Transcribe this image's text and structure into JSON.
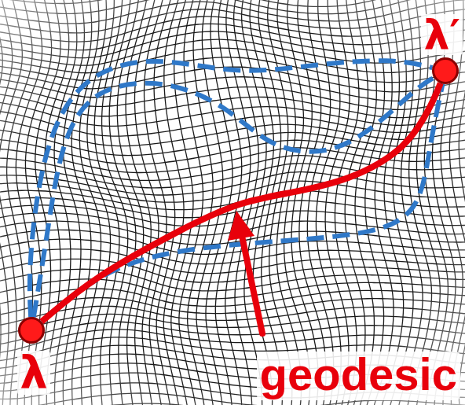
{
  "diagram": {
    "nodes": [
      {
        "text": [
          "λ"
        ]
      },
      {
        "text": [
          "λ′"
        ]
      }
    ],
    "edges": [
      {
        "from": 0,
        "to": 1,
        "arrow": "none"
      },
      {
        "from": 0,
        "to": 1,
        "arrow": "none"
      },
      {
        "from": 0,
        "to": 1,
        "arrow": "none"
      },
      {
        "from": 0,
        "to": 1,
        "arrow": "none"
      }
    ],
    "labels": [
      "geodesic"
    ]
  }
}
